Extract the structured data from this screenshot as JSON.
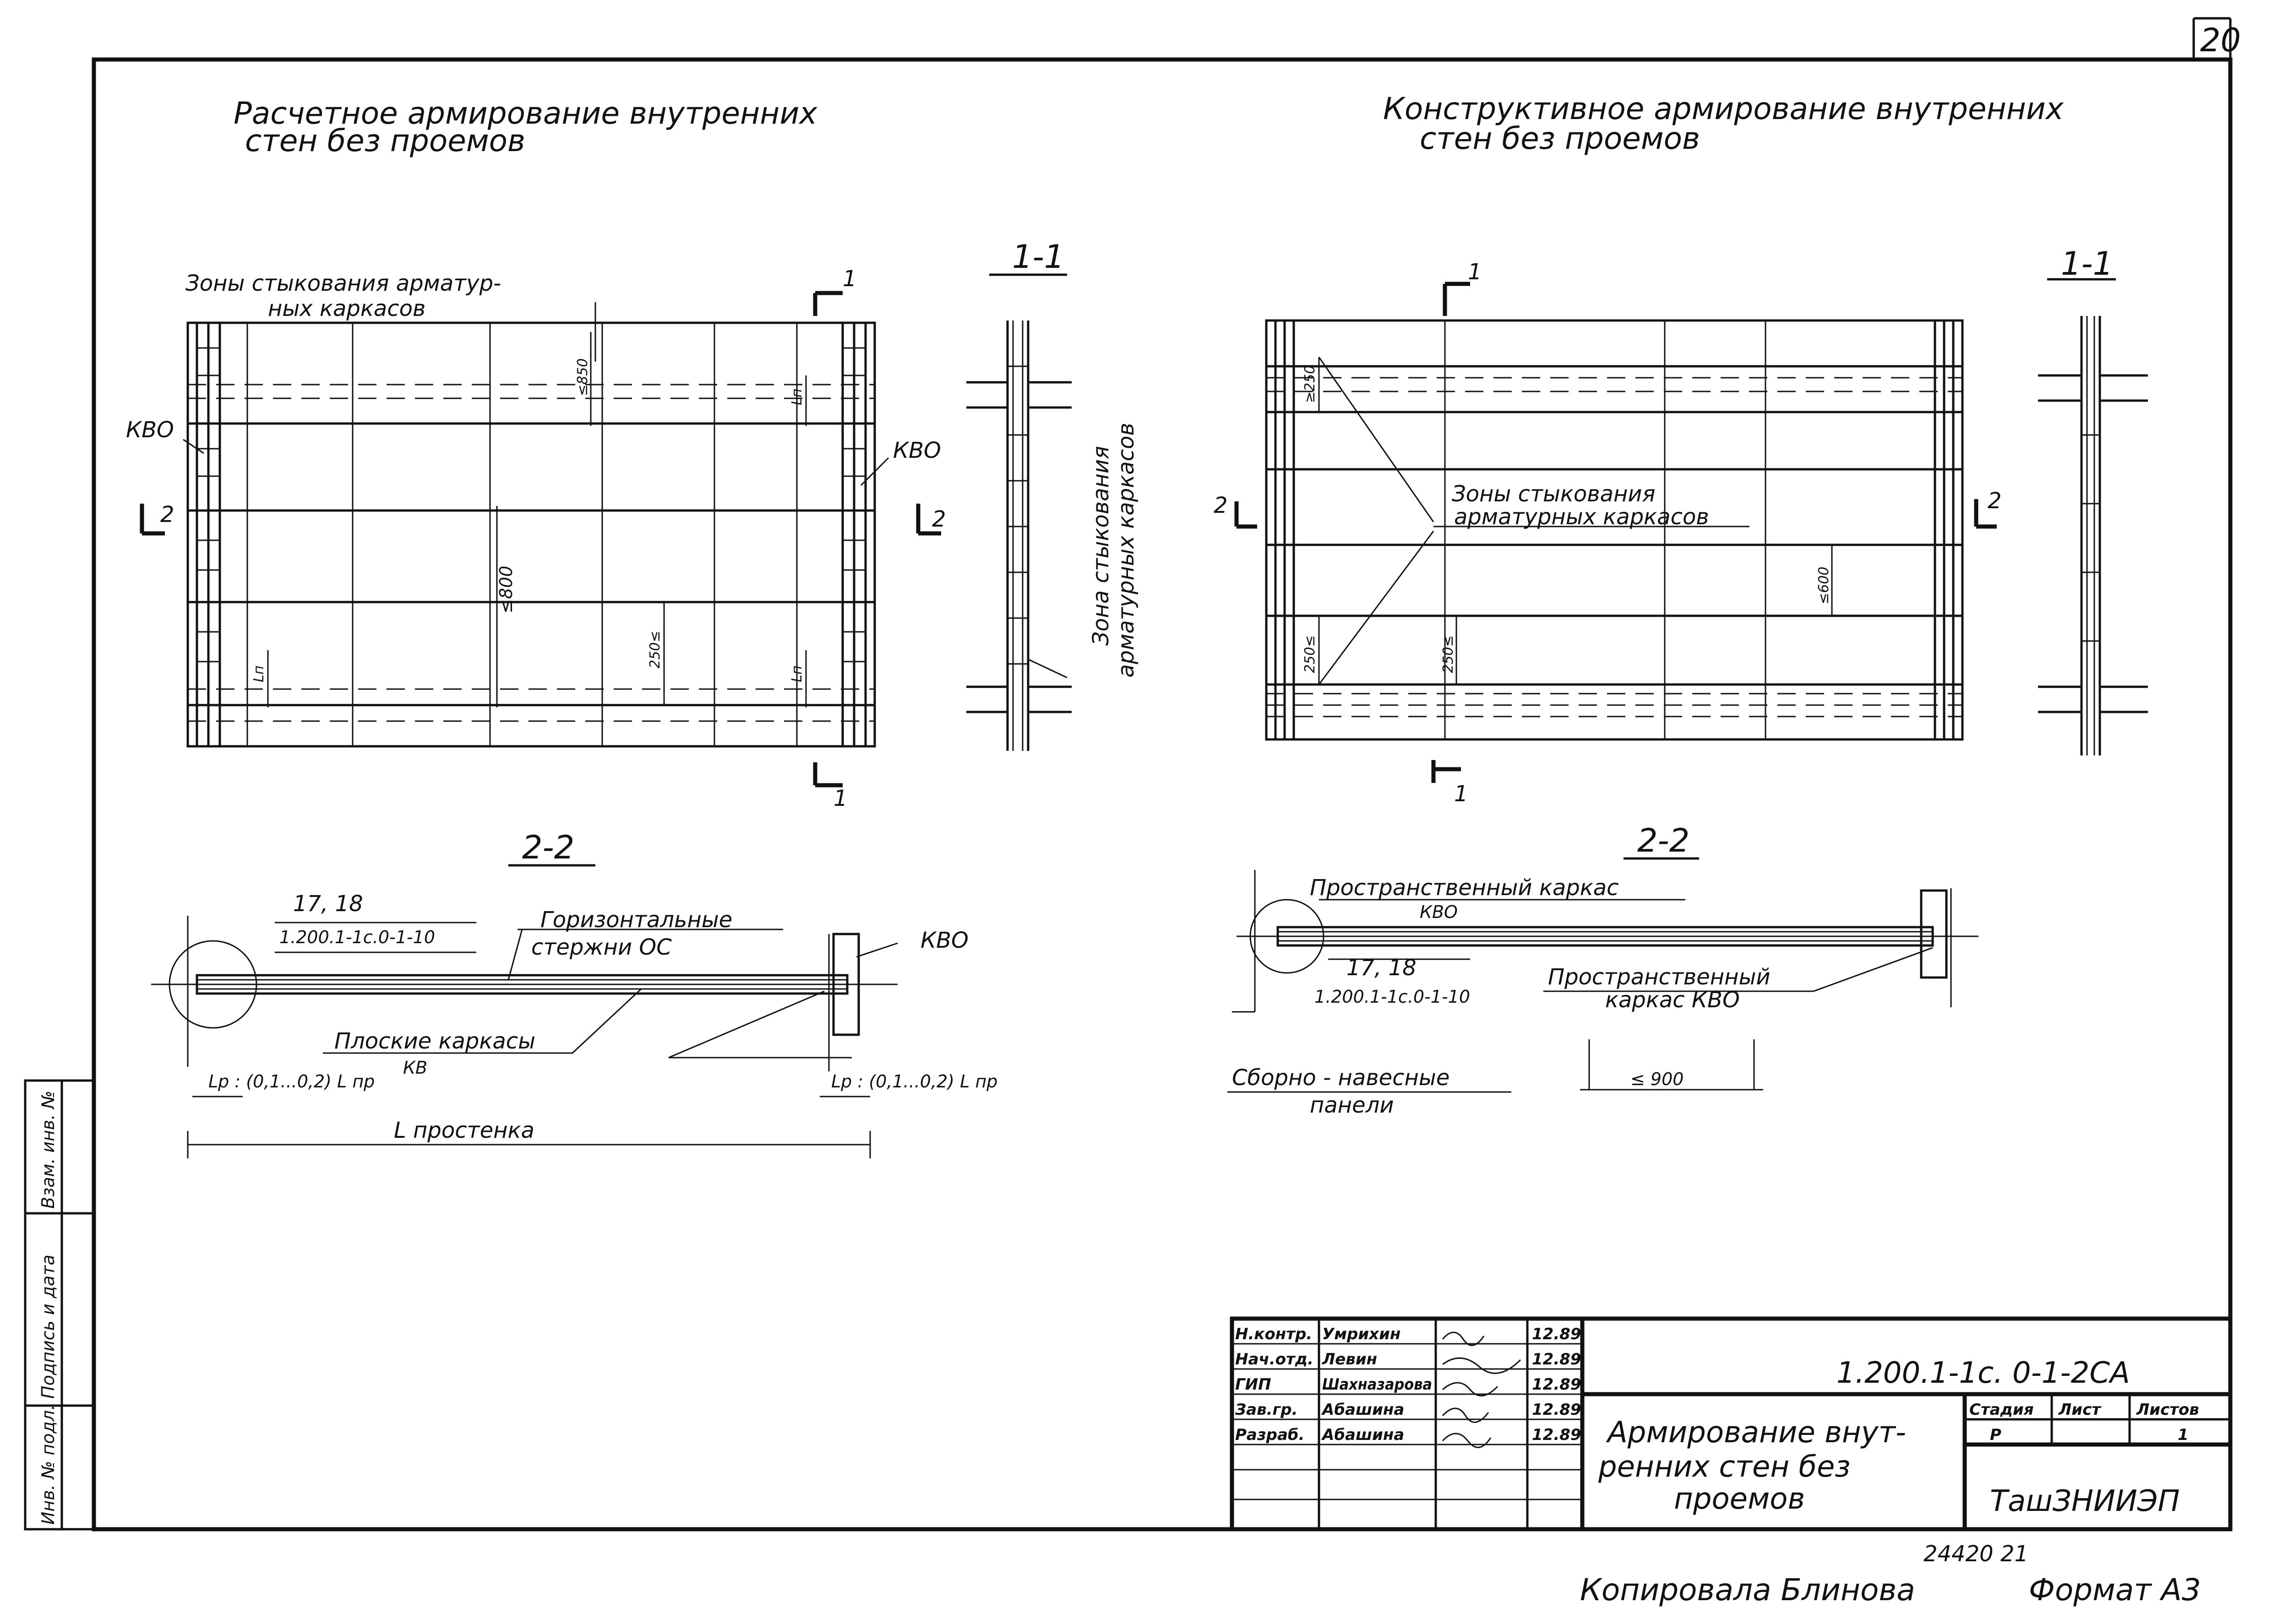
{
  "sheet": {
    "page_number": "20",
    "copied_by": "Копировала  Блинова",
    "format": "Формат  А3",
    "inventory": "24420   21"
  },
  "left": {
    "title_line1": "Расчетное  армирование  внутренних",
    "title_line2": "стен  без  проемов",
    "section_1_1": "1-1",
    "section_2_2": "2-2",
    "cut_1": "1",
    "cut_2": "2",
    "zones_line1": "Зоны  стыкования  арматур-",
    "zones_line2": "ных  каркасов",
    "kvo": "КВО",
    "dim_850": "≤850",
    "dim_800": "≤800",
    "dim_250": "250≤",
    "dim_lp": "Lп",
    "zone_vert_line1": "Зона  стыкования",
    "zone_vert_line2": "арматурных  каркасов",
    "ref_num": "17, 18",
    "ref_doc": "1.200.1-1с.0-1-10",
    "horiz_line1": "Горизонтальные",
    "horiz_line2": "стержни  ОС",
    "flat_line1": "Плоские  каркасы",
    "flat_line2": "КВ",
    "lp_formula_left": "Lp : (0,1...0,2) L пр",
    "lp_formula_right": "Lp : (0,1...0,2) L пр",
    "l_wall": "L  простенка"
  },
  "right": {
    "title_line1": "Конструктивное  армирование  внутренних",
    "title_line2": "стен  без  проемов",
    "section_1_1": "1-1",
    "section_2_2": "2-2",
    "cut_1": "1",
    "cut_2": "2",
    "zones_line1": "Зоны  стыкования",
    "zones_line2": "арматурных  каркасов",
    "dim_250a": "≥250",
    "dim_250b": "250≤",
    "dim_250c": "250≤",
    "dim_600": "≤600",
    "spatial_line1": "Пространственный  каркас",
    "spatial_line2": "КВО",
    "ref_num": "17, 18",
    "ref_doc": "1.200.1-1с.0-1-10",
    "spatial2_line1": "Пространственный",
    "spatial2_line2": "каркас     КВО",
    "dim_900": "≤ 900",
    "panels_line1": "Сборно - навесные",
    "panels_line2": "панели"
  },
  "side_stamp": {
    "inv_podl": "Инв. № подл.",
    "sign_date": "Подпись и дата",
    "vzam": "Взам. инв. №"
  },
  "title_block": {
    "rows": [
      {
        "role": "Н.контр.",
        "name": "Умрихин",
        "date": "12.89"
      },
      {
        "role": "Нач.отд.",
        "name": "Левин",
        "date": "12.89"
      },
      {
        "role": "ГИП",
        "name": "Шахназарова",
        "date": "12.89"
      },
      {
        "role": "Зав.гр.",
        "name": "Абашина",
        "date": "12.89"
      },
      {
        "role": "Разраб.",
        "name": "Абашина",
        "date": "12.89"
      }
    ],
    "doc_code": "1.200.1-1с. 0-1-2СА",
    "name_line1": "Армирование  внут-",
    "name_line2": "ренних  стен  без",
    "name_line3": "проемов",
    "stage_hdr": "Стадия",
    "sheet_hdr": "Лист",
    "sheets_hdr": "Листов",
    "stage_val": "Р",
    "sheet_val": "",
    "sheets_val": "1",
    "org": "ТашЗНИИЭП"
  }
}
